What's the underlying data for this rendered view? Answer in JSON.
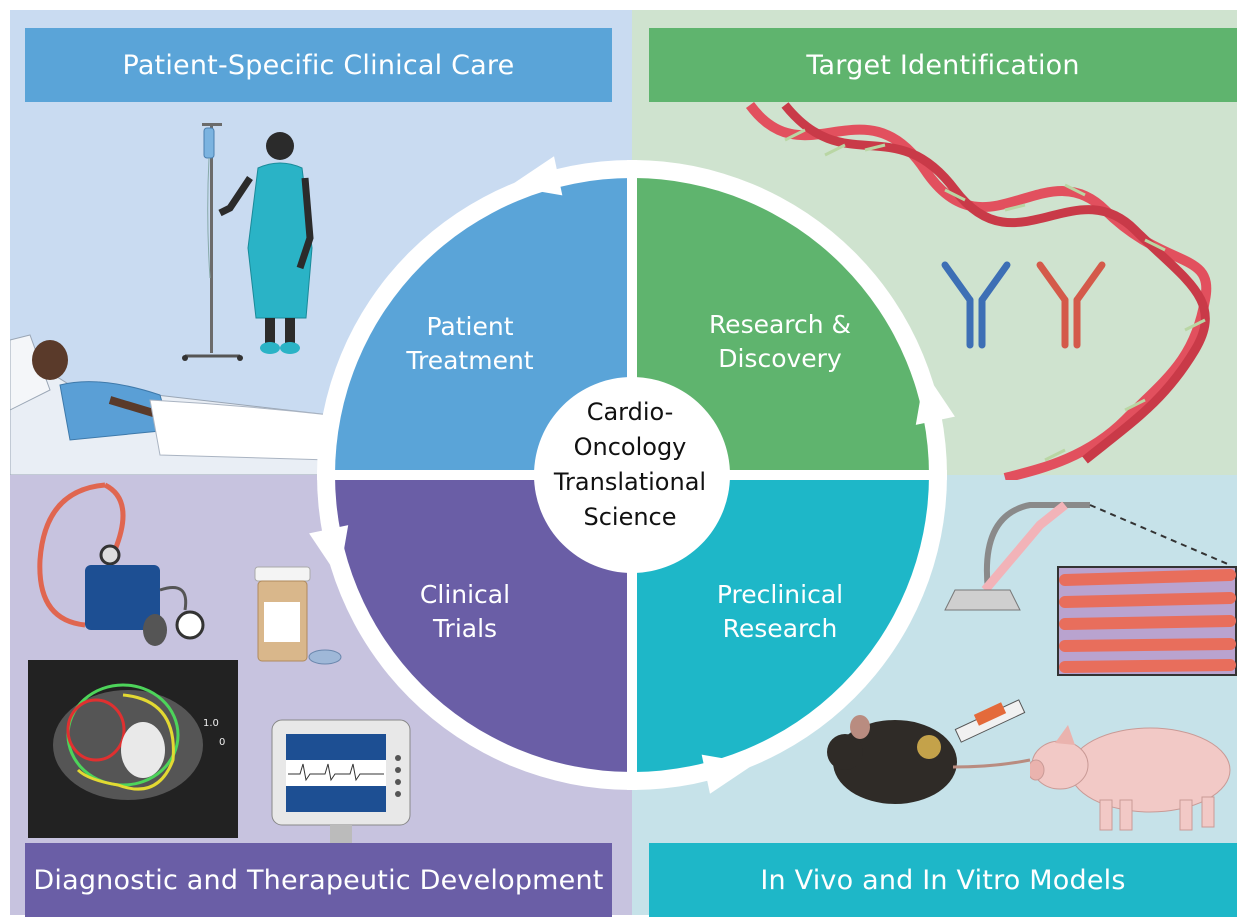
{
  "quadrants": {
    "top_left": {
      "banner": "Patient-Specific Clinical Care",
      "segment": [
        "Patient",
        "Treatment"
      ],
      "color": "#5aa4d8"
    },
    "top_right": {
      "banner": "Target Identification",
      "segment": [
        "Research &",
        "Discovery"
      ],
      "color": "#5fb46e"
    },
    "bottom_left": {
      "banner": "Diagnostic and Therapeutic Development",
      "segment": [
        "Clinical",
        "Trials"
      ],
      "color": "#6a5ea6"
    },
    "bottom_right": {
      "banner": "In Vivo and In Vitro Models",
      "segment": [
        "Preclinical",
        "Research"
      ],
      "color": "#1eb7c8"
    }
  },
  "center": {
    "lines": [
      "Cardio-",
      "Oncology",
      "Translational",
      "Science"
    ]
  },
  "mri_scale": {
    "value": "1.0",
    "zero": "0"
  }
}
